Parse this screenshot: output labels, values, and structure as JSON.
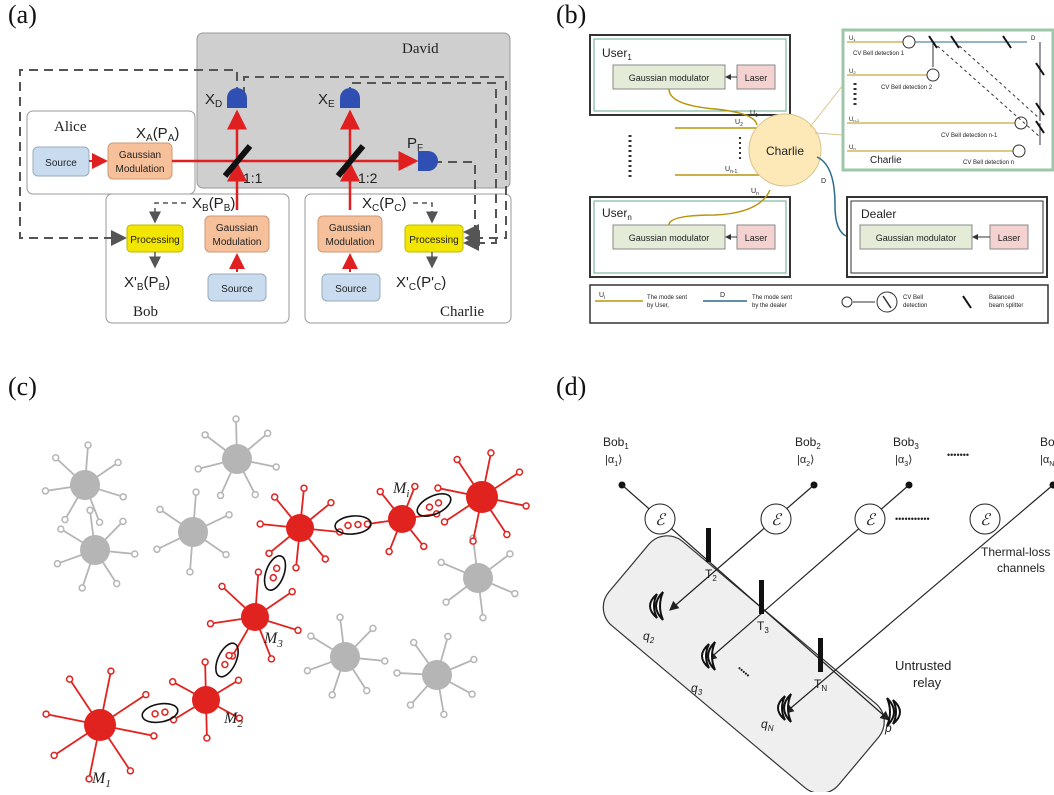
{
  "panel_labels": {
    "a": "(a)",
    "b": "(b)",
    "c": "(c)",
    "d": "(d)"
  },
  "colors": {
    "red_beam": "#e02020",
    "detector_blue": "#2f4fb3",
    "processing_yellow": "#f2e600",
    "modulation_orange": "#f6c09a",
    "source_blue": "#c9dcef",
    "network_red": "#e0231f",
    "network_gray": "#b5b5b5",
    "charlie_yellow": "#fde9b8",
    "relay_gray": "#efefef"
  },
  "panel_a": {
    "david": "David",
    "alice": "Alice",
    "bob": "Bob",
    "charlie": "Charlie",
    "source": "Source",
    "gaussian": "Gaussian",
    "modulation": "Modulation",
    "processing": "Processing",
    "xa_x": "X",
    "xa_sub": "A",
    "xa_paren": "(P",
    "xa_sub2": "A",
    "xa_close": ")",
    "xb_x": "X",
    "xb_sub": "B",
    "xb_paren": "(P",
    "xb_sub2": "B",
    "xb_close": ")",
    "xc_x": "X",
    "xc_sub": "C",
    "xc_paren": "(P",
    "xc_sub2": "C",
    "xc_close": ")",
    "xbp_x": "X'",
    "xbp_sub": "B",
    "xbp_paren": "(P",
    "xbp_sub2": "B",
    "xbp_close": ")",
    "xcp_x": "X'",
    "xcp_sub": "C",
    "xcp_paren": "(P'",
    "xcp_sub2": "C",
    "xcp_close": ")",
    "xd": "X",
    "xd_sub": "D",
    "xe": "X",
    "xe_sub": "E",
    "pf": "P",
    "pf_sub": "F",
    "ratio1": "1:1",
    "ratio2": "1:2"
  },
  "panel_b": {
    "user1": "User",
    "user1_sub": "1",
    "usern": "User",
    "usern_sub": "n",
    "gaussian_modulator": "Gaussian modulator",
    "laser": "Laser",
    "charlie": "Charlie",
    "dealer": "Dealer",
    "u1": "U",
    "u1_sub": "1",
    "u2": "U",
    "u2_sub": "2",
    "un1": "U",
    "un1_sub": "n-1",
    "un": "U",
    "un_sub": "n",
    "d": "D",
    "bell1": "CV Bell detection 1",
    "bell2": "CV Bell detection 2",
    "belln1": "CV Bell detection n-1",
    "belln": "CV Bell detection n",
    "legend_ui": "U",
    "legend_ui_sub": "i",
    "legend_mode_user1": "The mode sent",
    "legend_mode_user2": "by User",
    "legend_mode_user2_sub": "i",
    "legend_d": "D",
    "legend_mode_dealer1": "The mode sent",
    "legend_mode_dealer2": "by the dealer",
    "legend_bell1": "CV Bell",
    "legend_bell2": "detection",
    "legend_bs1": "Balanced",
    "legend_bs2": "beam splitter"
  },
  "panel_c": {
    "m1": "M",
    "m1_sub": "1",
    "m2": "M",
    "m2_sub": "2",
    "m3": "M",
    "m3_sub": "3",
    "mi": "M",
    "mi_sub": "i"
  },
  "panel_d": {
    "bob1": "Bob",
    "bob1_sub": "1",
    "alpha1": "|α",
    "alpha1_sub": "1",
    "ket": "⟩",
    "bob2": "Bob",
    "bob2_sub": "2",
    "alpha2": "|α",
    "alpha2_sub": "2",
    "bob3": "Bob",
    "bob3_sub": "3",
    "alpha3": "|α",
    "alpha3_sub": "3",
    "bobn": "Bob",
    "bobn_sub": "N",
    "alphan": "|α",
    "alphan_sub": "N",
    "dots_top": "•••••••",
    "dots_mid": "•••••••••••",
    "dots_relay": "•••••",
    "channel": "ℰ",
    "thermal1": "Thermal-loss",
    "thermal2": "channels",
    "untrusted1": "Untrusted",
    "untrusted2": "relay",
    "t2": "T",
    "t2_sub": "2",
    "t3": "T",
    "t3_sub": "3",
    "tn": "T",
    "tn_sub": "N",
    "q2": "q",
    "q2_sub": "2",
    "q3": "q",
    "q3_sub": "3",
    "qn": "q",
    "qn_sub": "N",
    "p": "p"
  }
}
